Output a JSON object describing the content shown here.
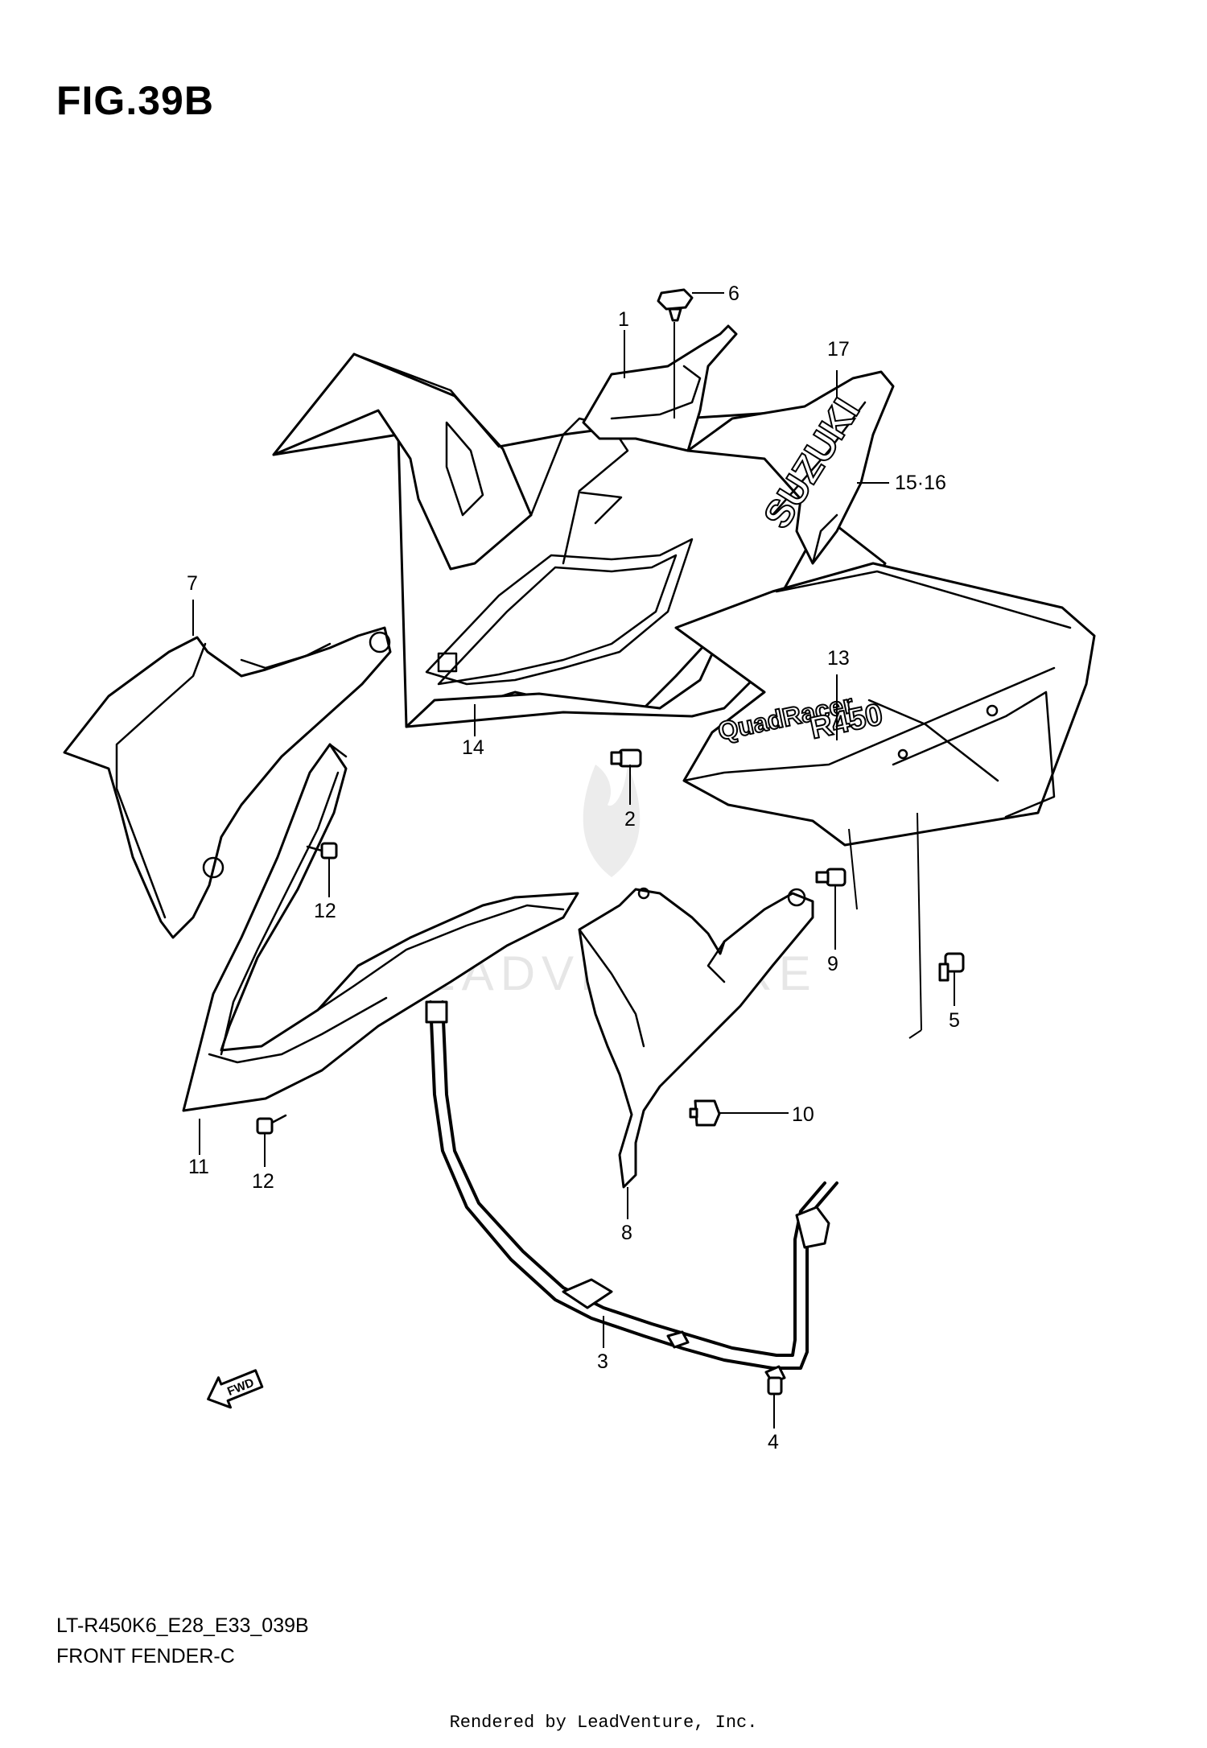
{
  "figure": {
    "title": "FIG.39B",
    "model_code": "LT-R450K6_E28_E33_039B",
    "name": "FRONT FENDER-C"
  },
  "decals": {
    "brand": "SUZUKI",
    "model_line1": "QuadRacer",
    "model_line2": "R450"
  },
  "arrow": {
    "label": "FWD"
  },
  "watermark": {
    "text": "LEADVENTURE"
  },
  "callouts": {
    "c1": "1",
    "c2": "2",
    "c3": "3",
    "c4": "4",
    "c5": "5",
    "c6": "6",
    "c7": "7",
    "c8": "8",
    "c9": "9",
    "c10": "10",
    "c11": "11",
    "c12a": "12",
    "c12b": "12",
    "c13": "13",
    "c14": "14",
    "c1516": "15·16",
    "c17": "17"
  },
  "footer": {
    "credit": "Rendered by LeadVenture, Inc."
  }
}
